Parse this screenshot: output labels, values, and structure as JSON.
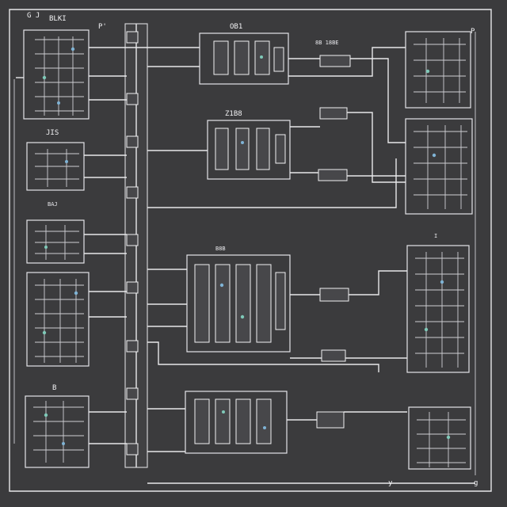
{
  "labels": {
    "top_left": "G J",
    "top_left_2": "BLKI",
    "top_mid_a": "P'",
    "top_mid_b": "OB1",
    "top_mid_c": "8B 18BE",
    "top_right": "P",
    "mid_upper": "Z1B8",
    "left_upper": "JIS",
    "left_mid": "BAJ",
    "center_mid": "B8B",
    "right_mid": "I",
    "left_low": "B",
    "bottom_right": "y",
    "bottom_right_2": "g"
  },
  "colors": {
    "background": "#3b3b3d",
    "line": "#e8e8ea",
    "accent_blue": "#7fb3d5",
    "accent_teal": "#7fc9b8"
  }
}
